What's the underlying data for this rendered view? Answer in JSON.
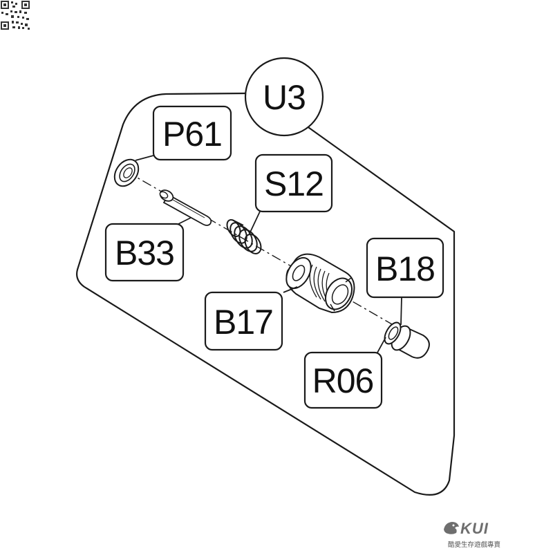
{
  "diagram": {
    "labels": {
      "u3": "U3",
      "p61": "P61",
      "s12": "S12",
      "b33": "B33",
      "b18": "B18",
      "b17": "B17",
      "r06": "R06"
    },
    "line_color": "#1a1a1a",
    "background": "#ffffff"
  },
  "branding": {
    "name": "KUI",
    "tagline": "酷愛生存遊戲專賣",
    "logo_icon": "dragon-head-icon",
    "qr_icon": "qr-code-icon"
  }
}
